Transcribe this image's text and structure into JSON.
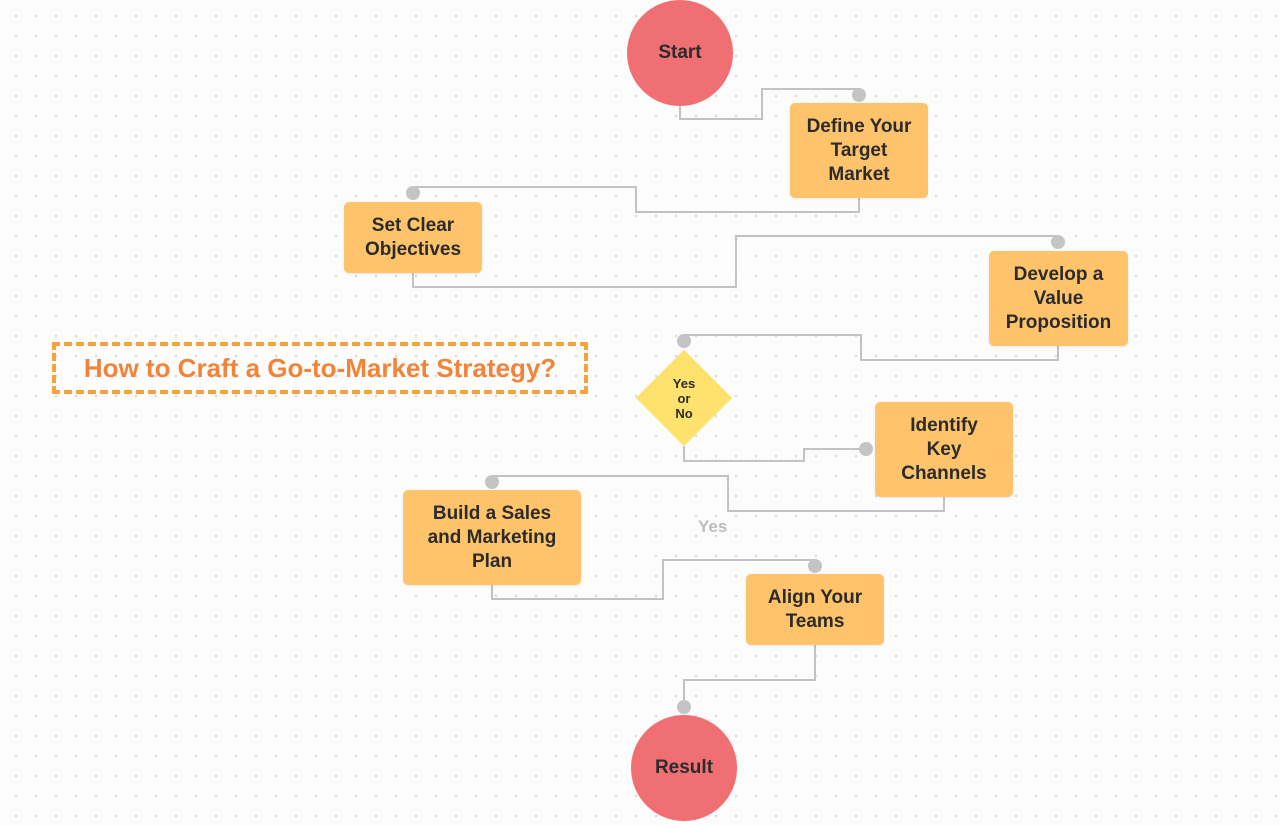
{
  "title": "How to Craft a Go-to-Market Strategy?",
  "nodes": {
    "start": "Start",
    "define_target_market": "Define Your\nTarget\nMarket",
    "set_clear_objectives": "Set Clear\nObjectives",
    "develop_value_proposition": "Develop a\nValue\nProposition",
    "decision": "Yes\nor\nNo",
    "identify_key_channels": "Identify\nKey\nChannels",
    "build_sales_marketing_plan": "Build a Sales\nand Marketing\nPlan",
    "align_your_teams": "Align Your\nTeams",
    "result": "Result"
  },
  "edge_labels": {
    "yes": "Yes"
  },
  "colors": {
    "terminal": "#f06f73",
    "process": "#ffc46b",
    "decision": "#ffe16e",
    "connector": "#c2c2c2",
    "title_text": "#f28439",
    "title_border": "#f5a43a"
  }
}
